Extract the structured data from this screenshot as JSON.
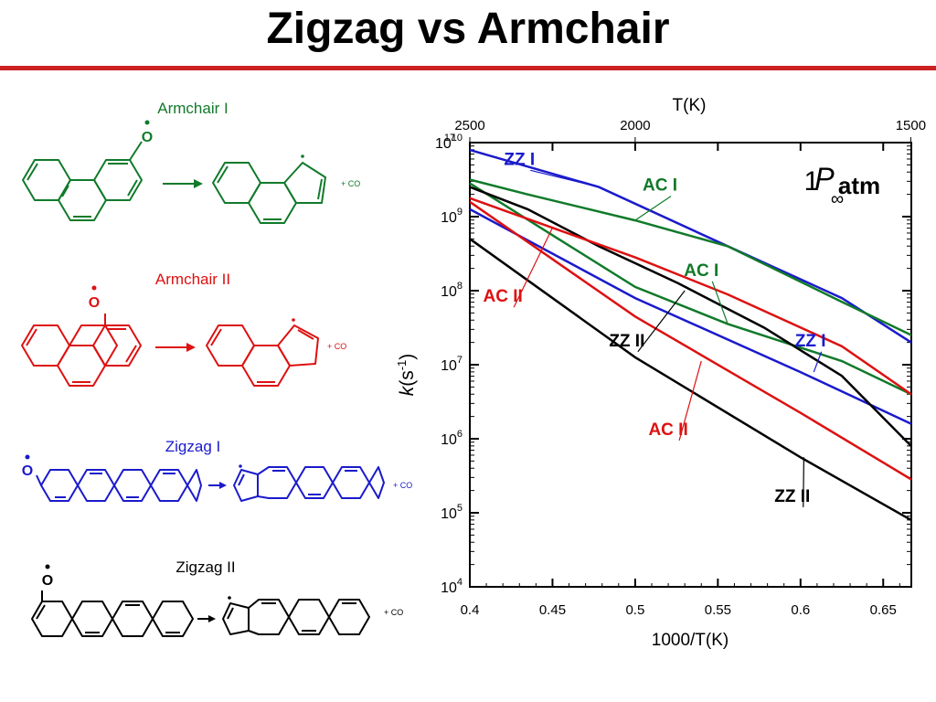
{
  "title": "Zigzag vs Armchair",
  "colors": {
    "title_rule": "#cc2222",
    "armchair_1": "#117a2a",
    "armchair_2": "#dd1111",
    "zigzag_1": "#1a1acc",
    "zigzag_2": "#000000"
  },
  "reactions": [
    {
      "label": "Armchair I",
      "oxygen": "O",
      "product_suffix": "+ CO",
      "color": "#117a2a"
    },
    {
      "label": "Armchair II",
      "oxygen": "O",
      "product_suffix": "+ CO",
      "color": "#dd1111"
    },
    {
      "label": "Zigzag I",
      "oxygen": "O",
      "product_suffix": "+ CO",
      "color": "#1a1acc"
    },
    {
      "label": "Zigzag II",
      "oxygen": "O",
      "product_suffix": "+ CO",
      "color": "#000000"
    }
  ],
  "chart_data": {
    "type": "line",
    "xlabel": "1000/T(K)",
    "ylabel_main": "k",
    "ylabel_rest": "(s",
    "ylabel_exp": "-1",
    "ylabel_close": ")",
    "top_axis_label": "T(K)",
    "top_ticks": [
      "2500",
      "2000",
      "1500"
    ],
    "annotation_main": "P",
    "annotation_sub": "atm",
    "annotation_extra": "1",
    "annotation_inf": "∞",
    "xlim": [
      0.4,
      0.667
    ],
    "ylim_log10": [
      4,
      10
    ],
    "x_ticks": [
      "0.4",
      "0.45",
      "0.5",
      "0.55",
      "0.6",
      "0.65"
    ],
    "y_tick_base": "10",
    "y_tick_exps": [
      "4",
      "5",
      "6",
      "7",
      "8",
      "9",
      "10"
    ],
    "y_tick_top_overprint": "17",
    "series": [
      {
        "id": "zz1_top",
        "color": "#1a1acc",
        "x": [
          0.4,
          0.478,
          0.556,
          0.625,
          0.667
        ],
        "log_y": [
          9.9,
          9.4,
          8.6,
          7.9,
          7.3
        ]
      },
      {
        "id": "ac1_top",
        "color": "#117a2a",
        "x": [
          0.4,
          0.435,
          0.5,
          0.556,
          0.625,
          0.667
        ],
        "log_y": [
          9.5,
          9.3,
          8.95,
          8.6,
          7.85,
          7.4
        ]
      },
      {
        "id": "zz1_bot",
        "color": "#1a1acc",
        "x": [
          0.4,
          0.5,
          0.6,
          0.667
        ],
        "log_y": [
          9.1,
          7.9,
          6.9,
          6.2
        ]
      },
      {
        "id": "ac1_bot",
        "color": "#117a2a",
        "x": [
          0.4,
          0.45,
          0.5,
          0.556,
          0.625,
          0.667
        ],
        "log_y": [
          9.45,
          8.75,
          8.05,
          7.55,
          7.05,
          6.6
        ]
      },
      {
        "id": "zz2_top",
        "color": "#000000",
        "x": [
          0.4,
          0.435,
          0.478,
          0.526,
          0.578,
          0.625,
          0.667
        ],
        "log_y": [
          9.4,
          9.1,
          8.6,
          8.1,
          7.5,
          6.85,
          5.9
        ]
      },
      {
        "id": "ac2_top",
        "color": "#dd1111",
        "x": [
          0.4,
          0.45,
          0.5,
          0.556,
          0.625,
          0.667
        ],
        "log_y": [
          9.25,
          8.85,
          8.45,
          7.95,
          7.25,
          6.6
        ]
      },
      {
        "id": "ac2_bot",
        "color": "#dd1111",
        "x": [
          0.4,
          0.5,
          0.6,
          0.667
        ],
        "log_y": [
          9.2,
          7.65,
          6.35,
          5.45
        ]
      },
      {
        "id": "zz2_bot",
        "color": "#000000",
        "x": [
          0.4,
          0.5,
          0.6,
          0.667
        ],
        "log_y": [
          8.7,
          7.1,
          5.75,
          4.9
        ]
      }
    ],
    "labels": [
      {
        "text": "ZZ I",
        "color": "#1a1acc",
        "x": 0.43,
        "log_y": 9.7,
        "lx": 0.478,
        "lly": 9.4
      },
      {
        "text": "AC I",
        "color": "#117a2a",
        "x": 0.515,
        "log_y": 9.35,
        "lx": 0.5,
        "lly": 8.95
      },
      {
        "text": "AC I",
        "color": "#117a2a",
        "x": 0.54,
        "log_y": 8.2,
        "lx": 0.556,
        "lly": 7.55
      },
      {
        "text": "AC II",
        "color": "#dd1111",
        "x": 0.42,
        "log_y": 7.85,
        "lx": 0.45,
        "lly": 8.85
      },
      {
        "text": "ZZ II",
        "color": "#000000",
        "x": 0.495,
        "log_y": 7.25,
        "lx": 0.53,
        "lly": 8.0
      },
      {
        "text": "ZZ I",
        "color": "#1a1acc",
        "x": 0.606,
        "log_y": 7.25,
        "lx": 0.608,
        "lly": 6.9
      },
      {
        "text": "AC II",
        "color": "#dd1111",
        "x": 0.52,
        "log_y": 6.05,
        "lx": 0.54,
        "lly": 7.05
      },
      {
        "text": "ZZ II",
        "color": "#000000",
        "x": 0.595,
        "log_y": 5.15,
        "lx": 0.602,
        "lly": 5.75
      }
    ]
  }
}
